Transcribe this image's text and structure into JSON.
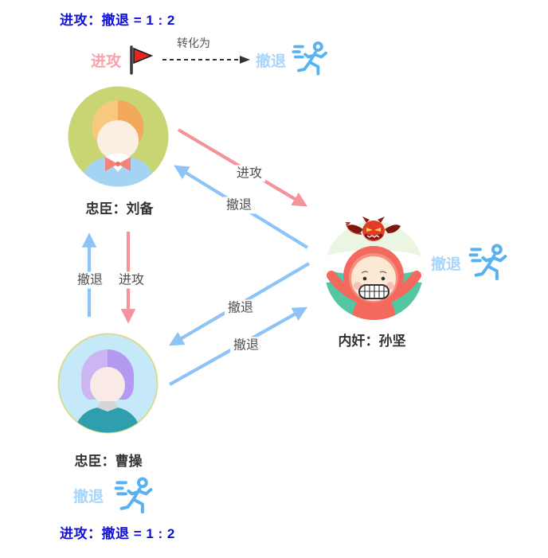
{
  "formulas": {
    "top": "进攻：撤退 = 1 : 2",
    "bottom": "进攻：撤退 = 1 : 2"
  },
  "legend": {
    "attack": "进攻",
    "transform": "转化为",
    "retreat": "撤退",
    "flag_icon": "red-flag",
    "runner_icon": "blue-running-person",
    "arrow_style": "dashed"
  },
  "nodes": {
    "liubei": {
      "label": "忠臣：刘备",
      "role": "忠臣",
      "name": "刘备"
    },
    "caocao": {
      "label": "忠臣：曹操",
      "role": "忠臣",
      "name": "曹操"
    },
    "sunjian": {
      "label": "内奸：孙坚",
      "role": "内奸",
      "name": "孙坚"
    }
  },
  "edges": [
    {
      "id": "liubei-to-sunjian",
      "from": "刘备",
      "to": "孙坚",
      "label": "进攻",
      "type": "attack"
    },
    {
      "id": "sunjian-to-liubei",
      "from": "孙坚",
      "to": "刘备",
      "label": "撤退",
      "type": "retreat"
    },
    {
      "id": "caocao-to-liubei",
      "from": "曹操",
      "to": "刘备",
      "label": "撤退",
      "type": "retreat"
    },
    {
      "id": "liubei-to-caocao",
      "from": "刘备",
      "to": "曹操",
      "label": "进攻",
      "type": "attack"
    },
    {
      "id": "sunjian-to-caocao",
      "from": "孙坚",
      "to": "曹操",
      "label": "撤退",
      "type": "retreat"
    },
    {
      "id": "caocao-to-sunjian",
      "from": "曹操",
      "to": "孙坚",
      "label": "撤退",
      "type": "retreat"
    }
  ],
  "badges": {
    "right_retreat": "撤退",
    "bottom_retreat": "撤退"
  },
  "colors": {
    "formula_blue": "#0f10d8",
    "attack_arrow_pink": "#f5929b",
    "retreat_arrow_blue": "#8ec3f8",
    "attack_text_pink": "#f8a2ab",
    "retreat_text_blue": "#a8d5fb",
    "runner_icon_blue": "#58b2f2",
    "edge_label_gray": "#4d4d4d",
    "liubei_circle": "#c9d473",
    "caocao_circle": "#c6e9fa",
    "sunjian_teal": "#53c7a4",
    "hood_red": "#f4695e"
  }
}
